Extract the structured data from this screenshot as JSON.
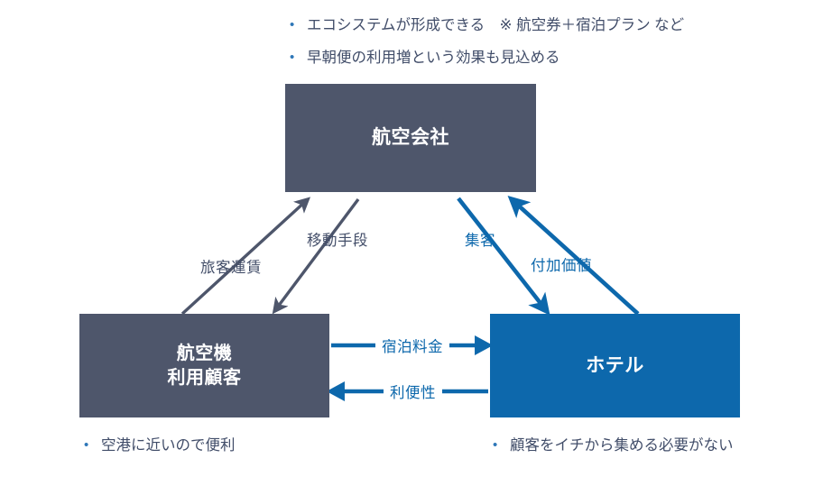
{
  "diagram": {
    "title_nodes": {
      "airline": {
        "label": "航空会社",
        "color": "#4e566b"
      },
      "customer": {
        "label_line1": "航空機",
        "label_line2": "利用顧客",
        "color": "#4e566b"
      },
      "hotel": {
        "label": "ホテル",
        "color": "#0d68ac"
      }
    },
    "edges": [
      {
        "id": "fare",
        "label": "旅客運賃",
        "color": "#434e69",
        "from": "customer",
        "to": "airline"
      },
      {
        "id": "transport",
        "label": "移動手段",
        "color": "#434e69",
        "from": "airline",
        "to": "customer"
      },
      {
        "id": "attract",
        "label": "集客",
        "color": "#0d68ac",
        "from": "airline",
        "to": "hotel"
      },
      {
        "id": "value",
        "label": "付加価値",
        "color": "#0d68ac",
        "from": "hotel",
        "to": "airline"
      },
      {
        "id": "room",
        "label": "宿泊料金",
        "color": "#0d68ac",
        "from": "customer",
        "to": "hotel"
      },
      {
        "id": "convenience",
        "label": "利便性",
        "color": "#0d68ac",
        "from": "hotel",
        "to": "customer"
      }
    ],
    "notes_top": [
      {
        "bullet": "•",
        "text": "エコシステムが形成できる　※ 航空券＋宿泊プラン など"
      },
      {
        "bullet": "•",
        "text": "早朝便の利用増という効果も見込める"
      }
    ],
    "notes_customer": [
      {
        "bullet": "•",
        "text": "空港に近いので便利"
      }
    ],
    "notes_hotel": [
      {
        "bullet": "•",
        "text": "顧客をイチから集める必要がない"
      }
    ]
  }
}
